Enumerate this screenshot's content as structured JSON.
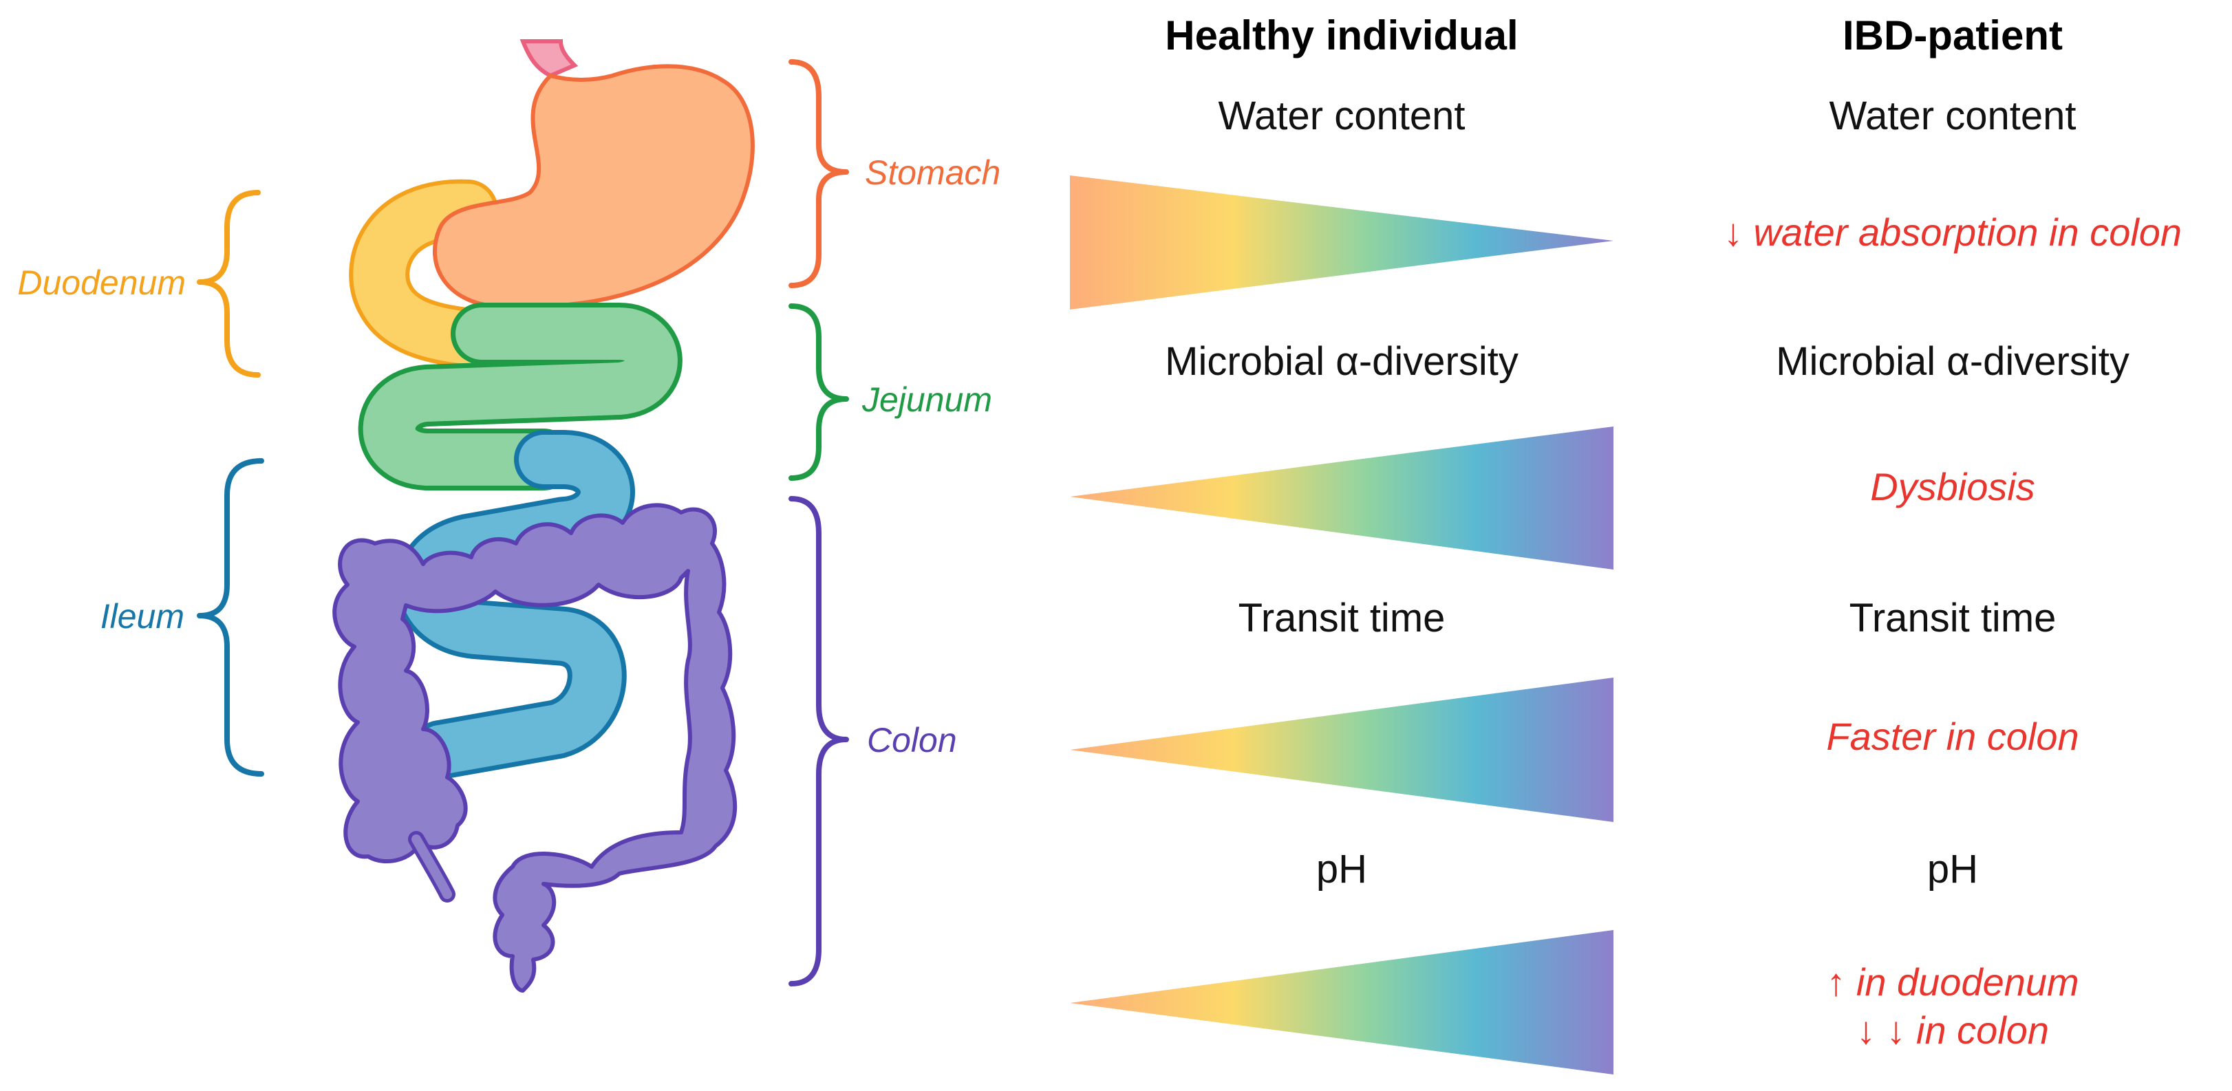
{
  "columns": {
    "healthy": "Healthy individual",
    "ibd": "IBD-patient"
  },
  "segments": {
    "stomach": "Stomach",
    "duodenum": "Duodenum",
    "jejunum": "Jejunum",
    "ileum": "Ileum",
    "colon": "Colon"
  },
  "rows": [
    {
      "parameter": "Water content",
      "ibd_label": "Water content",
      "ibd_effect": [
        "↓ water absorption in colon"
      ],
      "direction": "decreasing"
    },
    {
      "parameter": "Microbial α-diversity",
      "ibd_label": "Microbial α-diversity",
      "ibd_effect": [
        "Dysbiosis"
      ],
      "direction": "increasing"
    },
    {
      "parameter": "Transit time",
      "ibd_label": "Transit time",
      "ibd_effect": [
        "Faster in colon"
      ],
      "direction": "increasing"
    },
    {
      "parameter": "pH",
      "ibd_label": "pH",
      "ibd_effect": [
        "↑ in duodenum",
        "↓ ↓ in colon"
      ],
      "direction": "increasing"
    }
  ],
  "colors": {
    "stomach": "#f26b3a",
    "stomach_fill": "#fdb583",
    "duodenum": "#f4a11b",
    "duodenum_fill": "#fcd266",
    "jejunum": "#1f9a45",
    "jejunum_fill": "#8fd3a2",
    "ileum": "#1676a8",
    "ileum_fill": "#68b8d8",
    "colon": "#5a3fb0",
    "colon_fill": "#8e80cb",
    "esophagus": "#f4a2b6",
    "effect_text": "#e8352e",
    "gradient": [
      "#fdae7a",
      "#fcd96a",
      "#8fd3a2",
      "#5ab8d3",
      "#8e80cb"
    ]
  }
}
